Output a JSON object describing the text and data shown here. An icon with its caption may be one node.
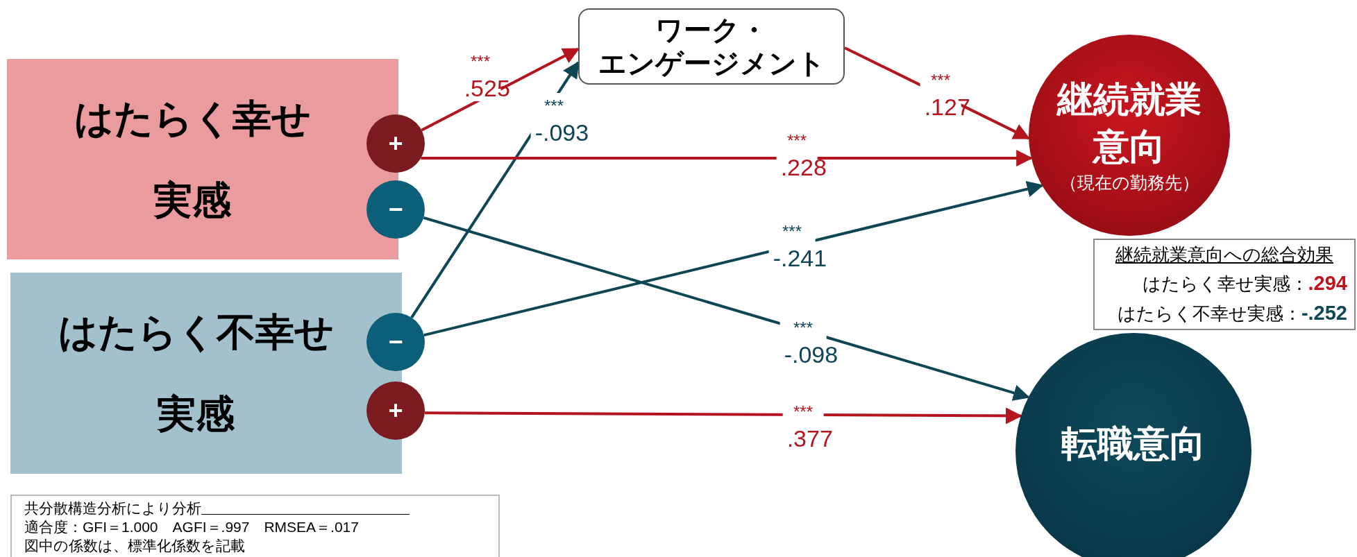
{
  "diagram": {
    "nodes": [
      {
        "text": [
          "はたらく幸せ実感"
        ]
      },
      {
        "text": [
          "+"
        ]
      },
      {
        "text": [
          "−"
        ]
      },
      {
        "text": [
          "はたらく不幸せ実感"
        ]
      },
      {
        "text": [
          "−"
        ]
      },
      {
        "text": [
          "+"
        ]
      },
      {
        "text": [
          "ワーク・エンゲージメント"
        ]
      },
      {
        "text": [
          "継続就業意向",
          "（現在の勤務先）"
        ]
      },
      {
        "text": [
          "転職意向"
        ]
      },
      {
        "text": [
          "継続就業意向への総合効果",
          "はたらく幸せ実感：",
          ".294",
          "はたらく不幸せ実感：",
          "-.252"
        ]
      },
      {
        "text": [
          "共分散構造分析により分析",
          "適合度：GFI＝1.000　AGFI＝.997　RMSEA＝.017",
          "図中の係数は、標準化係数を記載"
        ]
      }
    ],
    "edges": [
      {
        "from": 1,
        "to": 6,
        "arrow": "to",
        "label": "*** .525"
      },
      {
        "from": 4,
        "to": 6,
        "arrow": "to",
        "label": "*** -.093",
        "color": "#0e4656"
      },
      {
        "from": 6,
        "to": 7,
        "arrow": "to",
        "label": "*** .127"
      },
      {
        "from": 1,
        "to": 7,
        "arrow": "to",
        "label": "*** .228"
      },
      {
        "from": 4,
        "to": 7,
        "arrow": "to",
        "label": "*** -.241",
        "color": "#0e4656"
      },
      {
        "from": 2,
        "to": 8,
        "arrow": "to",
        "label": "*** -.098",
        "color": "#0e4656"
      },
      {
        "from": 5,
        "to": 8,
        "arrow": "to",
        "label": "*** .377"
      }
    ]
  }
}
